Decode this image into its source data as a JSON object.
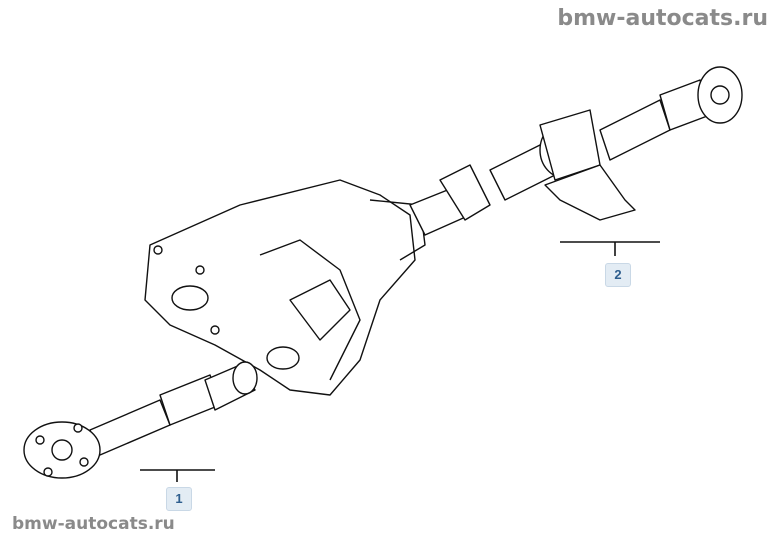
{
  "watermark_top": "bmw-autocats.ru",
  "watermark_bottom": "bmw-autocats.ru",
  "callouts": [
    {
      "number": "1"
    },
    {
      "number": "2"
    }
  ]
}
